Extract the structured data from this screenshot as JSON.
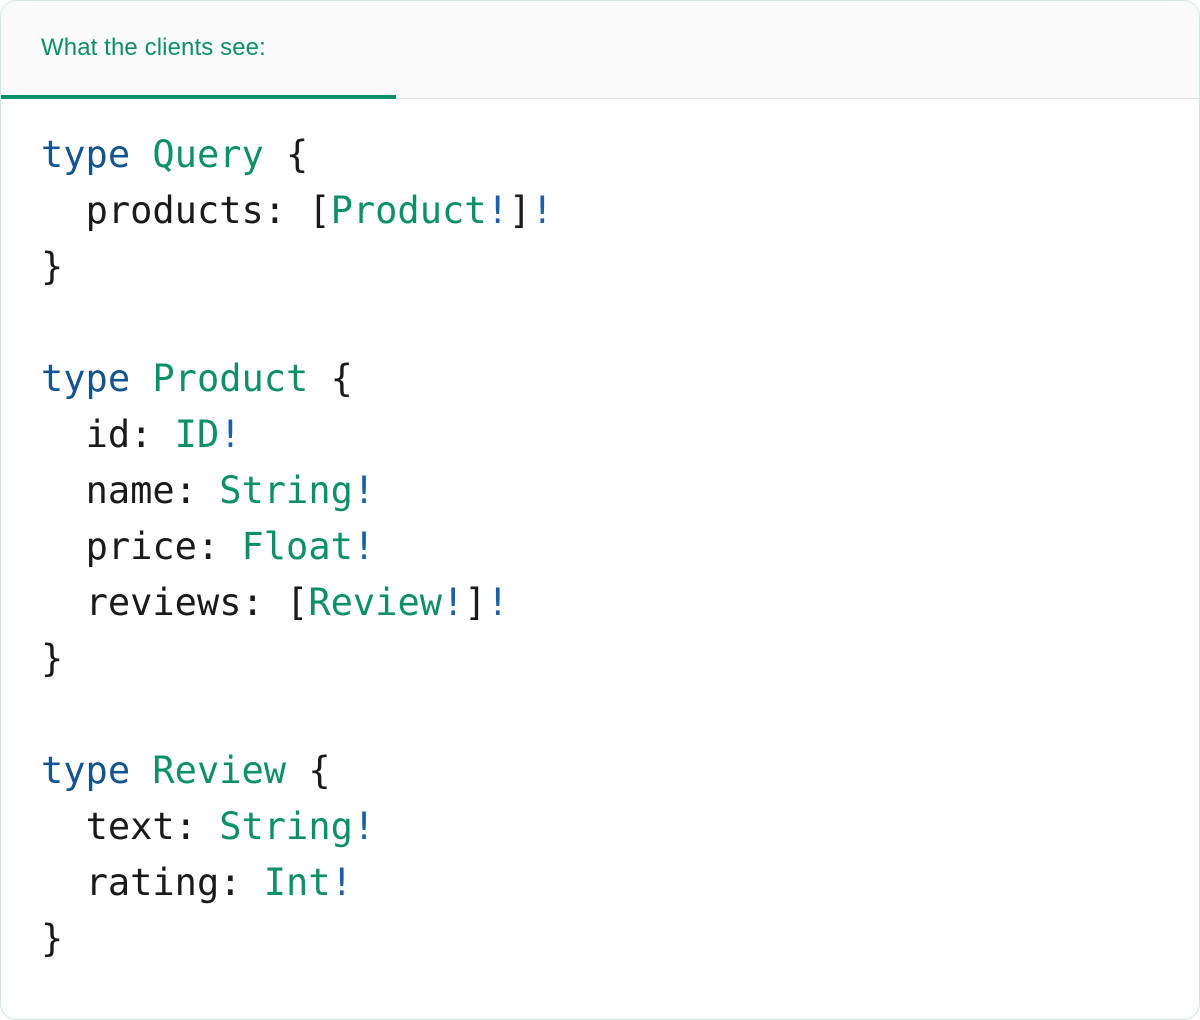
{
  "card": {
    "border_color": "#cfe8dc",
    "background": "#ffffff"
  },
  "header": {
    "tab_label": "What the clients see:",
    "accent_color": "#0d9068",
    "underline_color": "#0d9068",
    "divider_color": "#e4e4e4",
    "background": "#fbfbfb"
  },
  "colors": {
    "keyword": "#15548f",
    "type_name": "#0d9068",
    "bang": "#1a5fa8",
    "punctuation": "#1a1a1a",
    "field": "#1a1a1a"
  },
  "code": {
    "language": "graphql",
    "lines": [
      {
        "id": "l1",
        "tokens": [
          {
            "t": "type",
            "c": "kw"
          },
          {
            "t": " ",
            "c": "pun"
          },
          {
            "t": "Query",
            "c": "type"
          },
          {
            "t": " {",
            "c": "pun"
          }
        ]
      },
      {
        "id": "l2",
        "tokens": [
          {
            "t": "  ",
            "c": "pun"
          },
          {
            "t": "products:",
            "c": "fld"
          },
          {
            "t": " [",
            "c": "pun"
          },
          {
            "t": "Product",
            "c": "type"
          },
          {
            "t": "!",
            "c": "bang"
          },
          {
            "t": "]",
            "c": "pun"
          },
          {
            "t": "!",
            "c": "bang"
          }
        ]
      },
      {
        "id": "l3",
        "tokens": [
          {
            "t": "}",
            "c": "pun"
          }
        ]
      },
      {
        "id": "l4",
        "tokens": []
      },
      {
        "id": "l5",
        "tokens": [
          {
            "t": "type",
            "c": "kw"
          },
          {
            "t": " ",
            "c": "pun"
          },
          {
            "t": "Product",
            "c": "type"
          },
          {
            "t": " {",
            "c": "pun"
          }
        ]
      },
      {
        "id": "l6",
        "tokens": [
          {
            "t": "  ",
            "c": "pun"
          },
          {
            "t": "id:",
            "c": "fld"
          },
          {
            "t": " ",
            "c": "pun"
          },
          {
            "t": "ID",
            "c": "type"
          },
          {
            "t": "!",
            "c": "bang"
          }
        ]
      },
      {
        "id": "l7",
        "tokens": [
          {
            "t": "  ",
            "c": "pun"
          },
          {
            "t": "name:",
            "c": "fld"
          },
          {
            "t": " ",
            "c": "pun"
          },
          {
            "t": "String",
            "c": "type"
          },
          {
            "t": "!",
            "c": "bang"
          }
        ]
      },
      {
        "id": "l8",
        "tokens": [
          {
            "t": "  ",
            "c": "pun"
          },
          {
            "t": "price:",
            "c": "fld"
          },
          {
            "t": " ",
            "c": "pun"
          },
          {
            "t": "Float",
            "c": "type"
          },
          {
            "t": "!",
            "c": "bang"
          }
        ]
      },
      {
        "id": "l9",
        "tokens": [
          {
            "t": "  ",
            "c": "pun"
          },
          {
            "t": "reviews:",
            "c": "fld"
          },
          {
            "t": " [",
            "c": "pun"
          },
          {
            "t": "Review",
            "c": "type"
          },
          {
            "t": "!",
            "c": "bang"
          },
          {
            "t": "]",
            "c": "pun"
          },
          {
            "t": "!",
            "c": "bang"
          }
        ]
      },
      {
        "id": "l10",
        "tokens": [
          {
            "t": "}",
            "c": "pun"
          }
        ]
      },
      {
        "id": "l11",
        "tokens": []
      },
      {
        "id": "l12",
        "tokens": [
          {
            "t": "type",
            "c": "kw"
          },
          {
            "t": " ",
            "c": "pun"
          },
          {
            "t": "Review",
            "c": "type"
          },
          {
            "t": " {",
            "c": "pun"
          }
        ]
      },
      {
        "id": "l13",
        "tokens": [
          {
            "t": "  ",
            "c": "pun"
          },
          {
            "t": "text:",
            "c": "fld"
          },
          {
            "t": " ",
            "c": "pun"
          },
          {
            "t": "String",
            "c": "type"
          },
          {
            "t": "!",
            "c": "bang"
          }
        ]
      },
      {
        "id": "l14",
        "tokens": [
          {
            "t": "  ",
            "c": "pun"
          },
          {
            "t": "rating:",
            "c": "fld"
          },
          {
            "t": " ",
            "c": "pun"
          },
          {
            "t": "Int",
            "c": "type"
          },
          {
            "t": "!",
            "c": "bang"
          }
        ]
      },
      {
        "id": "l15",
        "tokens": [
          {
            "t": "}",
            "c": "pun"
          }
        ]
      }
    ]
  }
}
